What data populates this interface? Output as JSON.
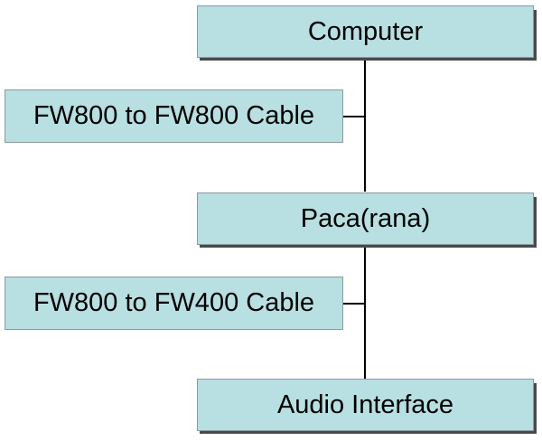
{
  "colors": {
    "box_fill": "#b8dfe1",
    "connector": "#000000",
    "text": "#000000"
  },
  "nodes": {
    "computer": {
      "label": "Computer"
    },
    "cable_1": {
      "label": "FW800 to FW800 Cable"
    },
    "paca": {
      "label": "Paca(rana)"
    },
    "cable_2": {
      "label": "FW800 to FW400 Cable"
    },
    "audio_interface": {
      "label": "Audio Interface"
    }
  }
}
